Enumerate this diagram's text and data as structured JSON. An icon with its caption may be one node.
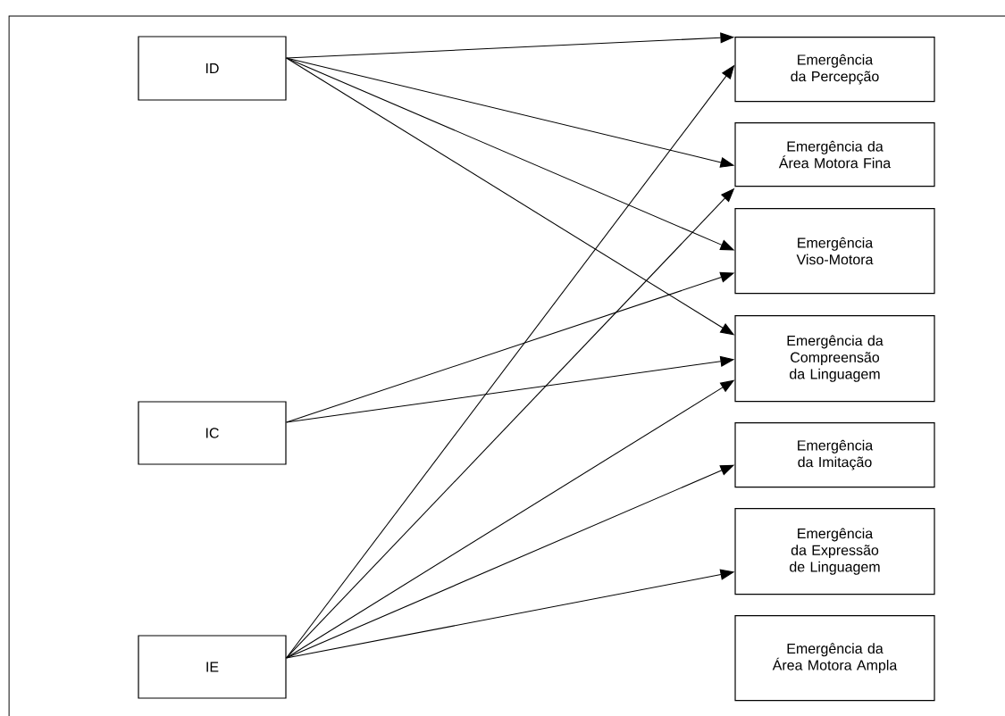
{
  "diagram": {
    "nodes": [
      {
        "text": [
          "ID"
        ]
      },
      {
        "text": [
          "IC"
        ]
      },
      {
        "text": [
          "IE"
        ]
      },
      {
        "text": [
          "Emergência da Percepção"
        ]
      },
      {
        "text": [
          "Emergência da Área Motora Fina"
        ]
      },
      {
        "text": [
          "Emergência Viso-Motora"
        ]
      },
      {
        "text": [
          "Emergência da Compreensão da Linguagem"
        ]
      },
      {
        "text": [
          "Emergência da Imitação"
        ]
      },
      {
        "text": [
          "Emergência da Expressão de Linguagem"
        ]
      },
      {
        "text": [
          "Emergência da Área Motora Ampla"
        ]
      }
    ],
    "edges": [
      {
        "from": 0,
        "to": 3,
        "arrow": "to"
      },
      {
        "from": 0,
        "to": 4,
        "arrow": "to"
      },
      {
        "from": 0,
        "to": 5,
        "arrow": "to"
      },
      {
        "from": 0,
        "to": 6,
        "arrow": "to"
      },
      {
        "from": 1,
        "to": 5,
        "arrow": "to"
      },
      {
        "from": 1,
        "to": 6,
        "arrow": "to"
      },
      {
        "from": 2,
        "to": 3,
        "arrow": "to"
      },
      {
        "from": 2,
        "to": 4,
        "arrow": "to"
      },
      {
        "from": 2,
        "to": 6,
        "arrow": "to"
      },
      {
        "from": 2,
        "to": 7,
        "arrow": "to"
      },
      {
        "from": 2,
        "to": 8,
        "arrow": "to"
      }
    ]
  }
}
